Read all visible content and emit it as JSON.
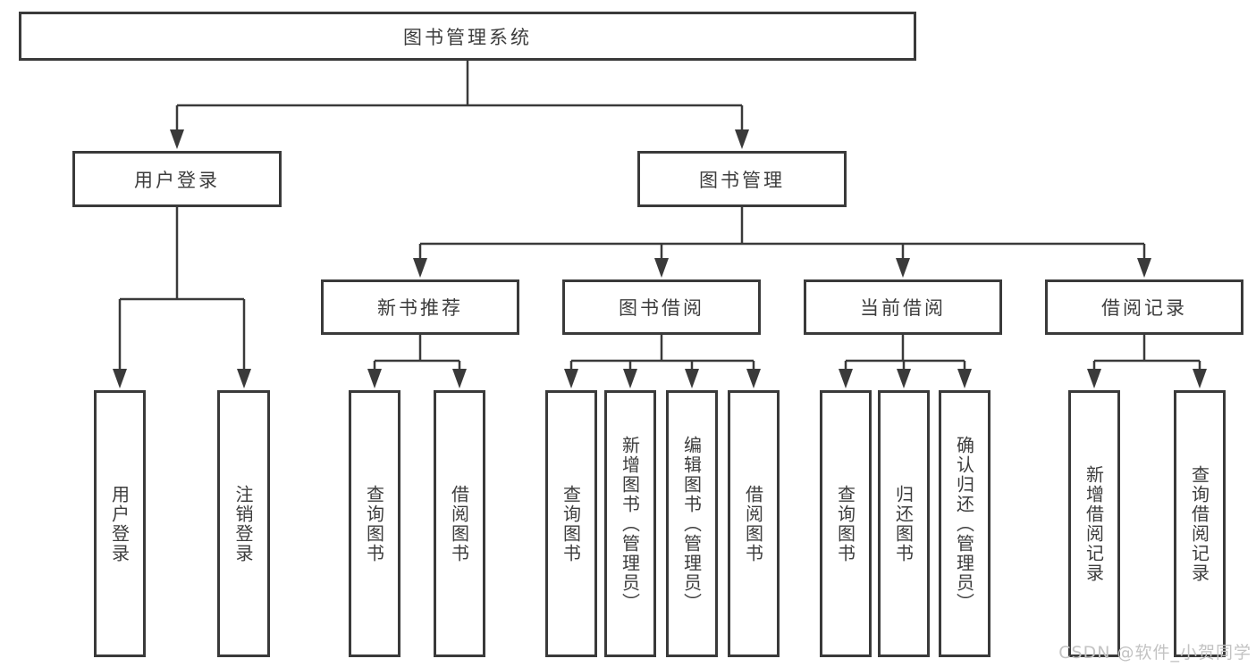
{
  "colors": {
    "line": "#3a3a3a",
    "box_border": "#3a3a3a",
    "box_fill": "#ffffff",
    "text": "#3d3d3d",
    "watermark": "#c3c3c3",
    "background": "#ffffff"
  },
  "watermark": {
    "text": "CSDN @软件_小贺同学"
  },
  "tree": {
    "label": "图书管理系统",
    "children": [
      {
        "label": "用户登录",
        "children": [
          {
            "label": "用户登录"
          },
          {
            "label": "注销登录"
          }
        ]
      },
      {
        "label": "图书管理",
        "children": [
          {
            "label": "新书推荐",
            "children": [
              {
                "label": "查询图书"
              },
              {
                "label": "借阅图书"
              }
            ]
          },
          {
            "label": "图书借阅",
            "children": [
              {
                "label": "查询图书"
              },
              {
                "label": "新增图书（管理员）"
              },
              {
                "label": "编辑图书（管理员）"
              },
              {
                "label": "借阅图书"
              }
            ]
          },
          {
            "label": "当前借阅",
            "children": [
              {
                "label": "查询图书"
              },
              {
                "label": "归还图书"
              },
              {
                "label": "确认归还（管理员）"
              }
            ]
          },
          {
            "label": "借阅记录",
            "children": [
              {
                "label": "新增借阅记录"
              },
              {
                "label": "查询借阅记录"
              }
            ]
          }
        ]
      }
    ]
  }
}
